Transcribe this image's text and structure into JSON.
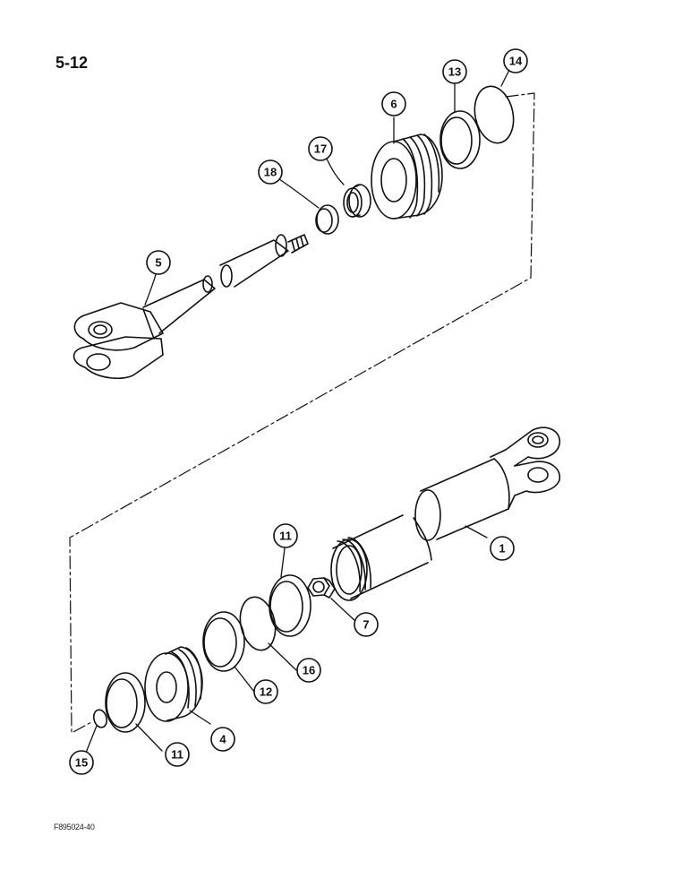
{
  "page_number": "5-12",
  "figure_code": "F895024-40",
  "callouts": {
    "c1": "1",
    "c4": "4",
    "c5": "5",
    "c6": "6",
    "c7": "7",
    "c11a": "11",
    "c11b": "11",
    "c12": "12",
    "c13": "13",
    "c14": "14",
    "c15": "15",
    "c16": "16",
    "c17": "17",
    "c18": "18"
  }
}
